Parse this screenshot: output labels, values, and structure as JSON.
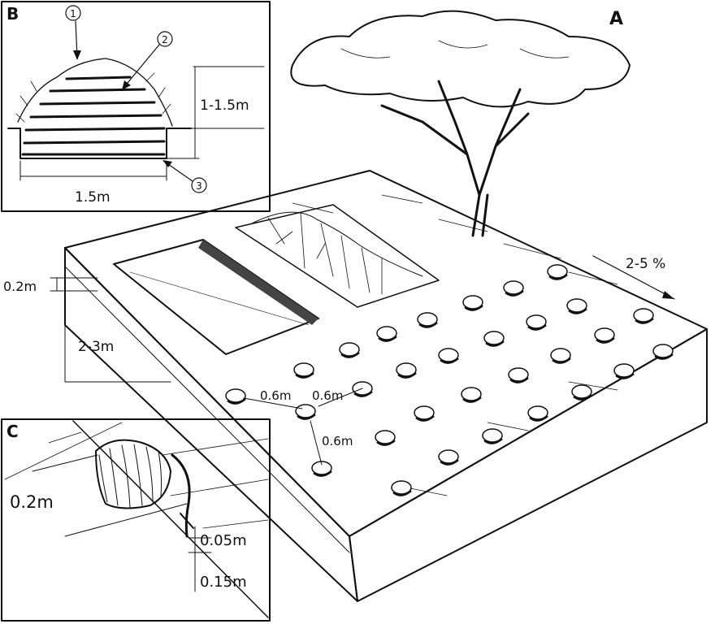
{
  "panels": {
    "a": {
      "letter": "A",
      "slope": "2-5 %",
      "bund_height": "0.2m",
      "depth": "2-3m",
      "spacing_1": "0.6m",
      "spacing_2": "0.6m",
      "spacing_3": "0.6m"
    },
    "b": {
      "letter": "B",
      "callout_1": "1",
      "callout_2": "2",
      "callout_3": "3",
      "height": "1-1.5m",
      "width": "1.5m"
    },
    "c": {
      "letter": "C",
      "hole_height": "0.2m",
      "depth_1": "0.05m",
      "depth_2": "0.15m"
    }
  }
}
